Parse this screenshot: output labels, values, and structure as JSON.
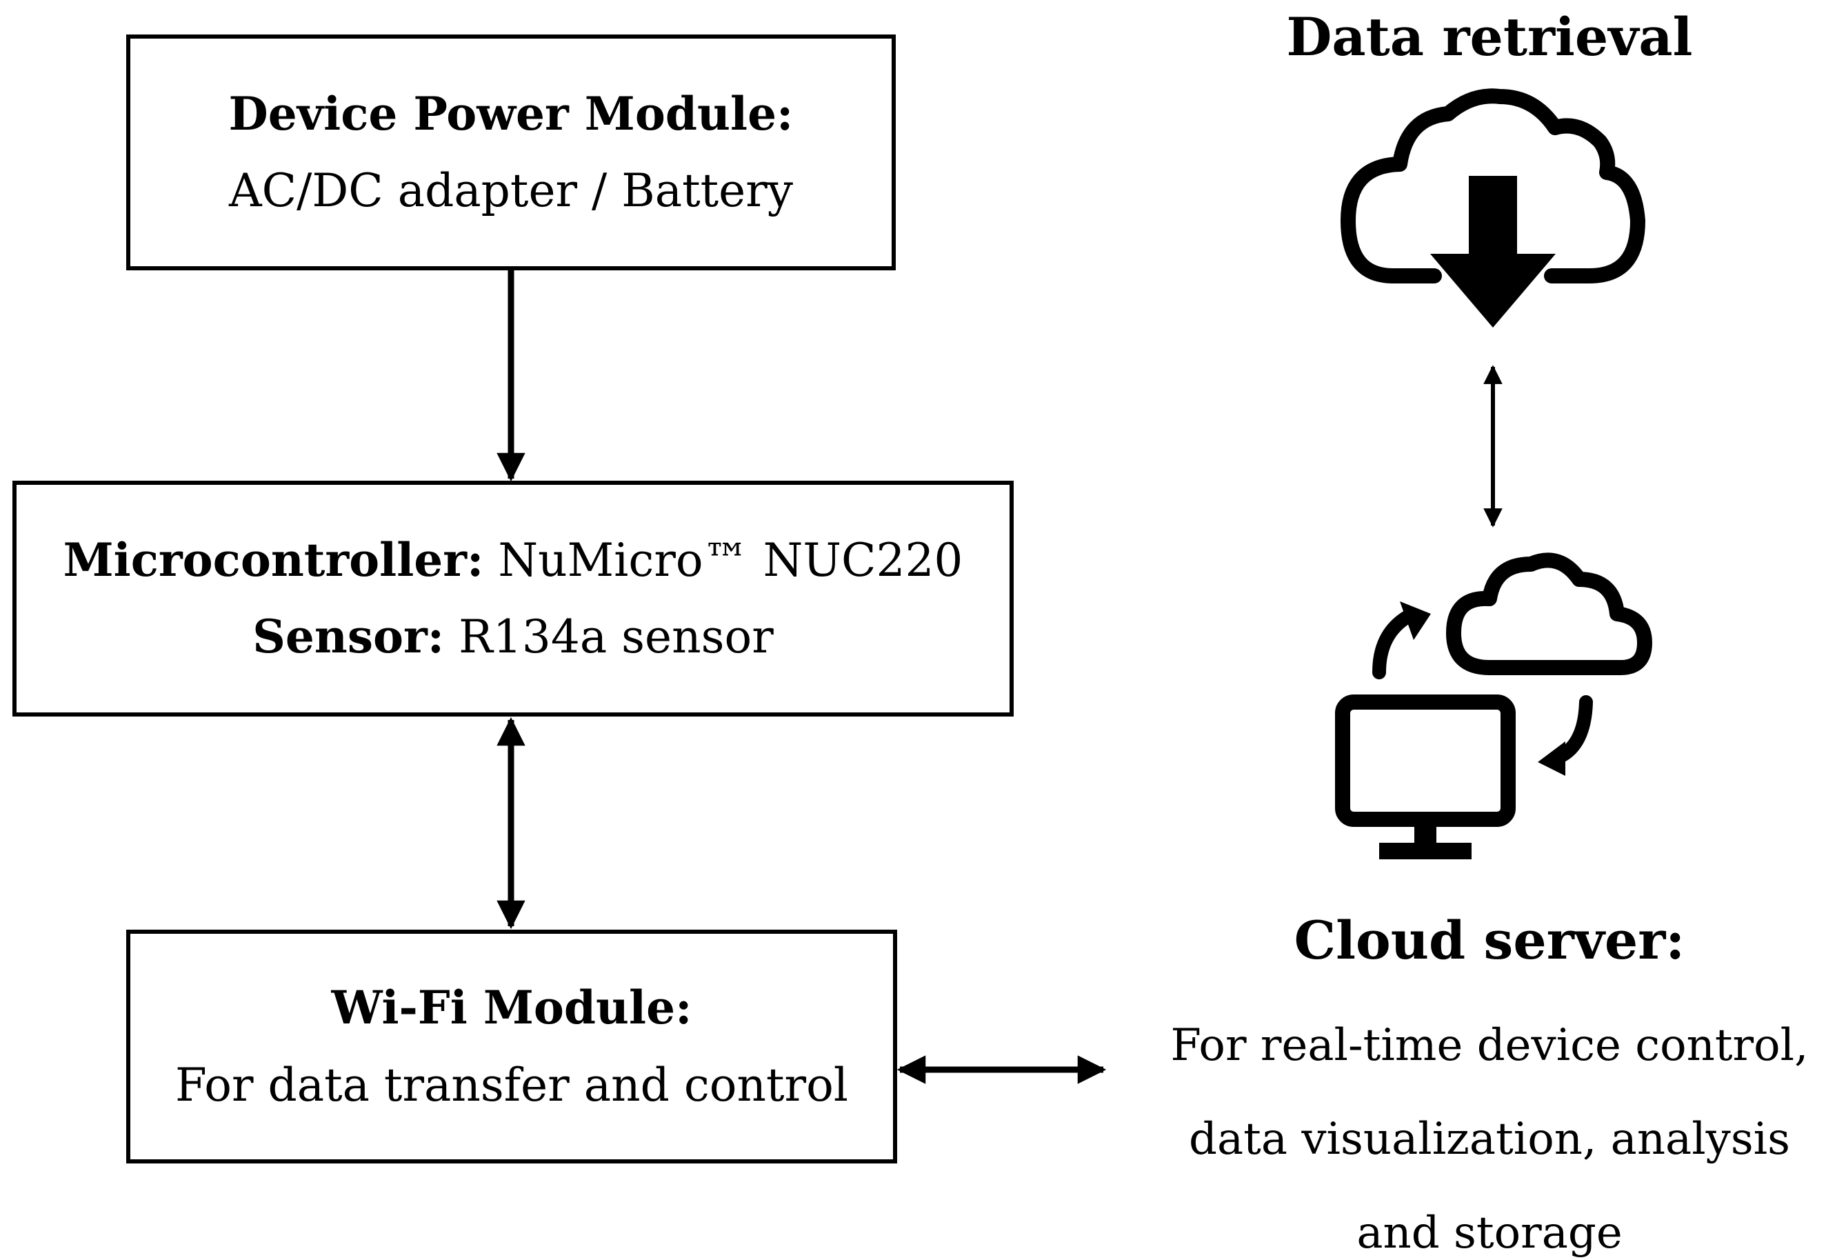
{
  "power_module": {
    "title": "Device Power Module:",
    "detail": "AC/DC adapter / Battery"
  },
  "microcontroller": {
    "label": "Microcontroller:",
    "value": "NuMicro™ NUC220",
    "sensor_label": "Sensor:",
    "sensor_value": "R134a sensor"
  },
  "wifi_module": {
    "title": "Wi-Fi Module:",
    "detail": "For data transfer and control"
  },
  "data_retrieval": {
    "title": "Data retrieval",
    "icon": "cloud-download-icon"
  },
  "cloud_server": {
    "title": "Cloud server:",
    "icon": "cloud-computer-sync-icon",
    "description_lines": [
      "For real-time device control,",
      "data visualization, analysis",
      "and storage"
    ]
  }
}
